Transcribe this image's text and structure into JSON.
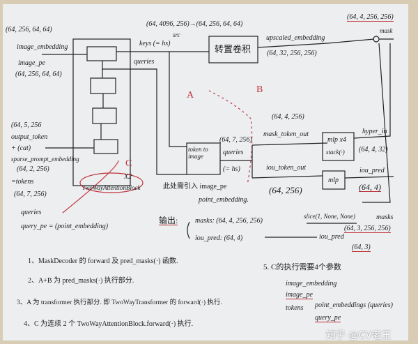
{
  "encoder_inputs": {
    "image_embedding_shape": "(64, 256, 64, 64)",
    "image_embedding": "image_embedding",
    "image_pe": "image_pe",
    "image_pe_shape": "(64, 256, 64, 64)"
  },
  "top": {
    "reshape": "(64, 4096, 256)→(64, 256, 64, 64)",
    "src": "src",
    "keys": "keys (= hs)",
    "queries": "queries",
    "transpose_conv": "转置卷积",
    "upscaled_embedding": "upscaled_embedding",
    "upscaled_shape": "(64, 32, 256, 256)",
    "mask_shape": "(64, 4, 256, 256)",
    "mask_label": "mask"
  },
  "regions": {
    "a": "A",
    "b": "B",
    "c": "C"
  },
  "tokens": {
    "output_shape": "(64, 5, 256",
    "output_token": "output_token",
    "cat": "+ (cat)",
    "sparse": "sparse_prompt_embedding",
    "sparse_shape": "(64, 2, 256)",
    "eq_tokens": "=tokens",
    "tokens_shape": "(64, 7, 256)",
    "queries": "queries",
    "query_pe": "query_pe = (point_embedding)"
  },
  "block": {
    "repeat": "X2",
    "name": "TwoWayAttentionBlock"
  },
  "t2i": {
    "name": "token to image",
    "queries": "queries",
    "hs": "(= hs)",
    "shape": "(64, 7, 256)",
    "note1": "此处需引入 image_pe",
    "note2": "point_embedding."
  },
  "heads": {
    "mask_shape": "(64, 4, 256)",
    "mask_token_out": "mask_token_out",
    "mlp_x4": "mlp x4",
    "stack": "stack(·)",
    "hyper_in": "hyper_in",
    "hyper_shape": "(64, 4, 32)",
    "iou_token_out": "iou_token_out",
    "iou_shape": "(64, 256)",
    "mlp": "mlp",
    "iou_pred": "iou_pred",
    "iou_pred_shape": "(64, 4)"
  },
  "output": {
    "label": "输出:",
    "masks": "masks: (64, 4, 256, 256)",
    "slice": "slice(1, None, None)",
    "masks_out": "masks",
    "masks_out_shape": "(64, 3, 256, 256)",
    "iou": "iou_pred: (64, 4)",
    "iou_out": "iou_pred",
    "iou_out_shape": "(64, 3)"
  },
  "notes": [
    "1、MaskDecoder 的 forward 及 pred_masks(·) 函数.",
    "2、A+B 为 pred_masks(·) 执行部分.",
    "3、A 为 transformer 执行部分. 即 TwoWayTransformer 的 forward(·) 执行.",
    "4、C 为连续 2 个 TwoWayAttentionBlock.forward(·) 执行."
  ],
  "note5": {
    "title": "5. C的执行需要4个参数",
    "p1": "image_embedding",
    "p2": "image_pe",
    "p3": "tokens",
    "p4": "point_embeddings (queries)",
    "p5": "query_pe"
  },
  "watermark": "知乎 @CV老王"
}
